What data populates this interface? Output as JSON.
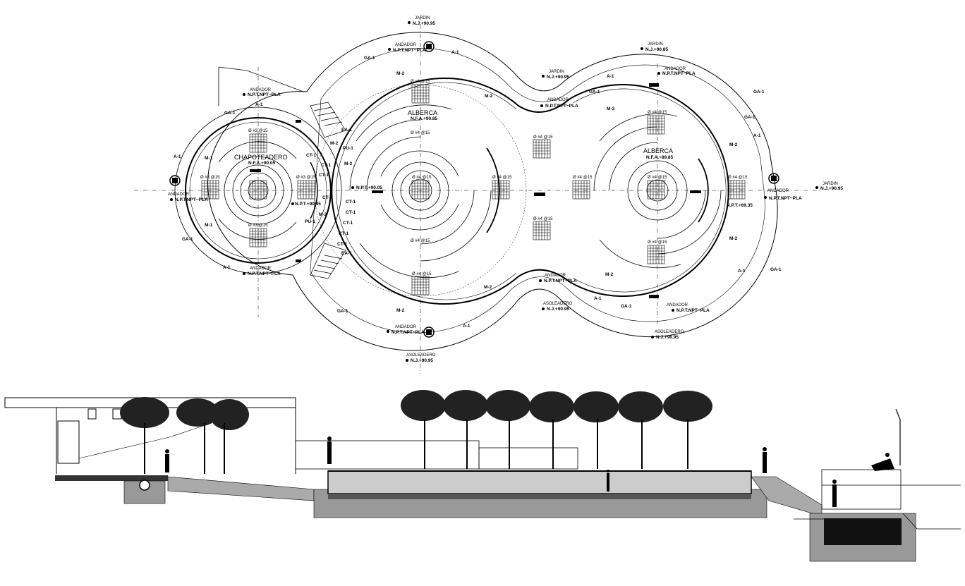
{
  "plan": {
    "pool_title": "ALBERCA",
    "pool_level": "N.F.A.+90.85",
    "pool2_title": "ALBERCA",
    "pool2_level": "N.F.A.+89.85",
    "wading_title": "CHAPOTEADERO",
    "wading_level": "N.F.A.+90.05",
    "grates": [
      {
        "id": "g1",
        "text": "Ø #4 @15"
      },
      {
        "id": "g2",
        "text": "Ø #4 @15"
      },
      {
        "id": "g3",
        "text": "Ø #4 @15"
      },
      {
        "id": "g4",
        "text": "Ø #4 @15"
      },
      {
        "id": "g5",
        "text": "Ø #4 @15"
      },
      {
        "id": "g6",
        "text": "Ø #4 @15"
      },
      {
        "id": "g7",
        "text": "Ø #4 @15"
      },
      {
        "id": "g8",
        "text": "Ø #4 @15"
      },
      {
        "id": "g9",
        "text": "Ø #4 @15"
      },
      {
        "id": "g10",
        "text": "Ø #4 @15"
      },
      {
        "id": "g11",
        "text": "Ø #4 @15"
      },
      {
        "id": "g12",
        "text": "Ø #4 @15"
      },
      {
        "id": "g13",
        "text": "Ø #4 @15"
      },
      {
        "id": "g14",
        "text": "Ø #3 @15"
      },
      {
        "id": "g15",
        "text": "Ø #3 @15"
      },
      {
        "id": "g16",
        "text": "Ø #3 @15"
      },
      {
        "id": "g17",
        "text": "Ø #3 @15"
      }
    ],
    "labels": [
      {
        "id": "jardin-top",
        "t1": "JARDIN",
        "t2": "N.J.+90.95"
      },
      {
        "id": "jardin-tr",
        "t1": "JARDIN",
        "t2": "N.J.+90.85"
      },
      {
        "id": "jardin-mid",
        "t1": "JARDIN",
        "t2": "N.J.+90.95"
      },
      {
        "id": "jardin-right",
        "t1": "JARDIN",
        "t2": "N.J.+90.95"
      },
      {
        "id": "andador-top",
        "t1": "ANDADOR",
        "t2": "N.P.T.NPT~PLA"
      },
      {
        "id": "andador-tr",
        "t1": "ANDADOR",
        "t2": "N.P.T.NPT~PLA"
      },
      {
        "id": "andador-waist",
        "t1": "ANDADOR",
        "t2": "N.P.T.NPT~PLA"
      },
      {
        "id": "andador-left-top",
        "t1": "ANDADOR",
        "t2": "N.P.T.NPT~PLA"
      },
      {
        "id": "andador-left",
        "t1": "ANDADOR",
        "t2": "N.P.T.NPT~PLA"
      },
      {
        "id": "andador-left-bot",
        "t1": "ANDADOR",
        "t2": "N.P.T.NPT~PLA"
      },
      {
        "id": "andador-bot",
        "t1": "ANDADOR",
        "t2": "N.P.T.NPT~PLA"
      },
      {
        "id": "andador-waist-bot",
        "t1": "ANDADOR",
        "t2": "N.P.T.NPT~PLA"
      },
      {
        "id": "andador-br",
        "t1": "ANDADOR",
        "t2": "N.P.T.NPT~PLA"
      },
      {
        "id": "andador-right",
        "t1": "ANDADOR",
        "t2": "N.P.T.NPT~PLA"
      },
      {
        "id": "asoleadero-bot",
        "t1": "ASOLEADERO",
        "t2": "N.J.+90.95"
      },
      {
        "id": "asoleadero-mid",
        "t1": "ASOLEADERO",
        "t2": "N.J.+90.95"
      },
      {
        "id": "asoleadero-br",
        "t1": "ASOLEADERO",
        "t2": "N.J.+90.95"
      }
    ],
    "npt_center": "N.P.T.+90.05",
    "npt_wading": "N.P.T.+90.45",
    "npt_right": "N.P.T.+89.35",
    "tags": {
      "ga1": "GA-1",
      "a1": "A-1",
      "m1": "M-1",
      "m2": "M-2",
      "ea1": "EA-1",
      "ct1": "CT-1",
      "pu1": "PU-1"
    }
  }
}
